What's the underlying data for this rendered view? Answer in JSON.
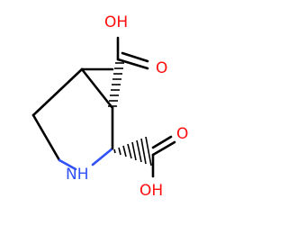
{
  "molecule": {
    "atoms": {
      "top_oh": "OH",
      "top_o": "O",
      "ring_nh": "NH",
      "bottom_o": "O",
      "bottom_oh": "OH"
    },
    "colors": {
      "oxygen": "#ff0d0d",
      "nitrogen": "#3050f8",
      "carbon_bond": "#000000",
      "background": "#ffffff"
    }
  }
}
